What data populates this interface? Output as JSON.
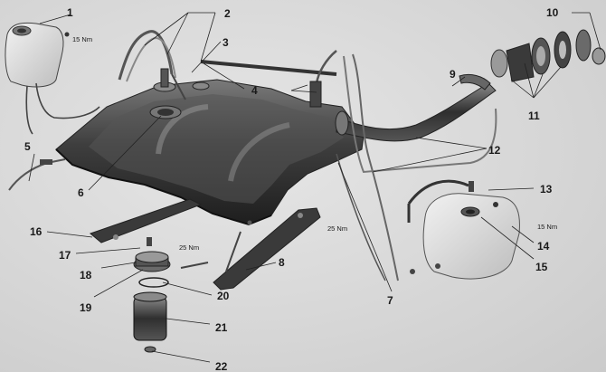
{
  "labels": {
    "n1": "1",
    "n2": "2",
    "n3": "3",
    "n4": "4",
    "n5": "5",
    "n6": "6",
    "n7": "7",
    "n8": "8",
    "n9": "9",
    "n10": "10",
    "n11": "11",
    "n12": "12",
    "n13": "13",
    "n14": "14",
    "n15": "15",
    "n16": "16",
    "n17": "17",
    "n18": "18",
    "n19": "19",
    "n20": "20",
    "n21": "21",
    "n22": "22"
  },
  "torques": {
    "t_reservoir": "15 Nm",
    "t_right": "15 Nm",
    "t_strap": "25 Nm",
    "t_mount": "25 Nm"
  }
}
